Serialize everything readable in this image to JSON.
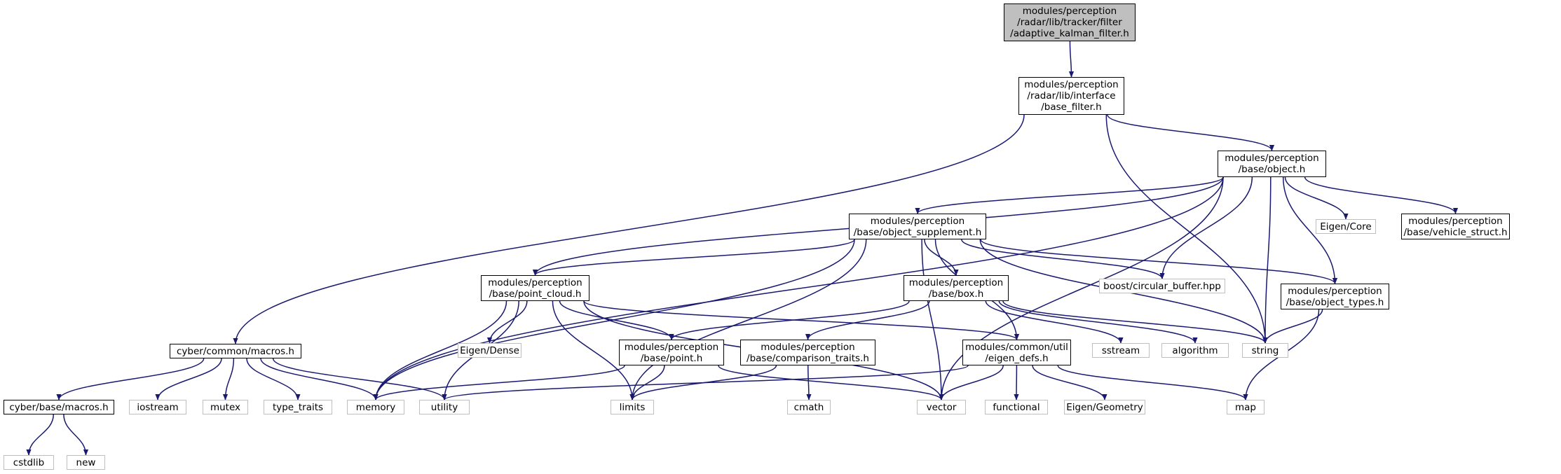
{
  "colors": {
    "edge": "#191970",
    "root_fill": "#bfbfbf",
    "ext_border": "#bfbfbf",
    "local_border": "#000000"
  },
  "nodes": {
    "akf": {
      "label": "modules/perception\n/radar/lib/tracker/filter\n/adaptive_kalman_filter.h",
      "kind": "root"
    },
    "bf": {
      "label": "modules/perception\n/radar/lib/interface\n/base_filter.h",
      "kind": "local"
    },
    "obj": {
      "label": "modules/perception\n/base/object.h",
      "kind": "local"
    },
    "objs": {
      "label": "modules/perception\n/base/object_supplement.h",
      "kind": "local"
    },
    "cmac": {
      "label": "cyber/common/macros.h",
      "kind": "local"
    },
    "bmac": {
      "label": "cyber/base/macros.h",
      "kind": "local"
    },
    "pc": {
      "label": "modules/perception\n/base/point_cloud.h",
      "kind": "local"
    },
    "box": {
      "label": "modules/perception\n/base/box.h",
      "kind": "local"
    },
    "ot": {
      "label": "modules/perception\n/base/object_types.h",
      "kind": "local"
    },
    "vs": {
      "label": "modules/perception\n/base/vehicle_struct.h",
      "kind": "local"
    },
    "pt": {
      "label": "modules/perception\n/base/point.h",
      "kind": "local"
    },
    "ct": {
      "label": "modules/perception\n/base/comparison_traits.h",
      "kind": "local"
    },
    "ed": {
      "label": "modules/common/util\n/eigen_defs.h",
      "kind": "local"
    },
    "ecore": {
      "label": "Eigen/Core",
      "kind": "ext"
    },
    "cbuf": {
      "label": "boost/circular_buffer.hpp",
      "kind": "ext"
    },
    "edense": {
      "label": "Eigen/Dense",
      "kind": "ext"
    },
    "sstr": {
      "label": "sstream",
      "kind": "ext"
    },
    "algo": {
      "label": "algorithm",
      "kind": "ext"
    },
    "str": {
      "label": "string",
      "kind": "ext"
    },
    "cstd": {
      "label": "cstdlib",
      "kind": "ext"
    },
    "new": {
      "label": "new",
      "kind": "ext"
    },
    "ios": {
      "label": "iostream",
      "kind": "ext"
    },
    "mtx": {
      "label": "mutex",
      "kind": "ext"
    },
    "tt": {
      "label": "type_traits",
      "kind": "ext"
    },
    "mem": {
      "label": "memory",
      "kind": "ext"
    },
    "util": {
      "label": "utility",
      "kind": "ext"
    },
    "lim": {
      "label": "limits",
      "kind": "ext"
    },
    "cmath": {
      "label": "cmath",
      "kind": "ext"
    },
    "vec": {
      "label": "vector",
      "kind": "ext"
    },
    "func": {
      "label": "functional",
      "kind": "ext"
    },
    "egeo": {
      "label": "Eigen/Geometry",
      "kind": "ext"
    },
    "map": {
      "label": "map",
      "kind": "ext"
    }
  },
  "edges": [
    [
      "akf",
      "bf"
    ],
    [
      "bf",
      "cmac"
    ],
    [
      "bf",
      "obj"
    ],
    [
      "bf",
      "str"
    ],
    [
      "obj",
      "mem"
    ],
    [
      "obj",
      "pc"
    ],
    [
      "obj",
      "objs"
    ],
    [
      "obj",
      "ecore"
    ],
    [
      "obj",
      "vs"
    ],
    [
      "obj",
      "cbuf"
    ],
    [
      "obj",
      "ot"
    ],
    [
      "obj",
      "str"
    ],
    [
      "obj",
      "vec"
    ],
    [
      "objs",
      "mem"
    ],
    [
      "objs",
      "pc"
    ],
    [
      "objs",
      "box"
    ],
    [
      "objs",
      "lim"
    ],
    [
      "objs",
      "vec"
    ],
    [
      "objs",
      "ed"
    ],
    [
      "objs",
      "cbuf"
    ],
    [
      "objs",
      "ot"
    ],
    [
      "objs",
      "str"
    ],
    [
      "cmac",
      "bmac"
    ],
    [
      "cmac",
      "ios"
    ],
    [
      "cmac",
      "mtx"
    ],
    [
      "cmac",
      "tt"
    ],
    [
      "cmac",
      "mem"
    ],
    [
      "cmac",
      "util"
    ],
    [
      "bmac",
      "cstd"
    ],
    [
      "bmac",
      "new"
    ],
    [
      "pc",
      "edense"
    ],
    [
      "pc",
      "mem"
    ],
    [
      "pc",
      "util"
    ],
    [
      "pc",
      "lim"
    ],
    [
      "pc",
      "pt"
    ],
    [
      "pc",
      "vec"
    ],
    [
      "pc",
      "ed"
    ],
    [
      "box",
      "pt"
    ],
    [
      "box",
      "ct"
    ],
    [
      "box",
      "sstr"
    ],
    [
      "box",
      "algo"
    ],
    [
      "box",
      "str"
    ],
    [
      "ot",
      "str"
    ],
    [
      "ot",
      "map"
    ],
    [
      "pt",
      "mem"
    ],
    [
      "pt",
      "lim"
    ],
    [
      "pt",
      "vec"
    ],
    [
      "ct",
      "lim"
    ],
    [
      "ct",
      "cmath"
    ],
    [
      "ed",
      "util"
    ],
    [
      "ed",
      "vec"
    ],
    [
      "ed",
      "func"
    ],
    [
      "ed",
      "egeo"
    ],
    [
      "ed",
      "map"
    ]
  ]
}
